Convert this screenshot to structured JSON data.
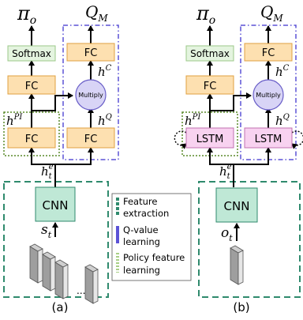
{
  "panels": [
    {
      "caption": "(a)",
      "outputs": {
        "policy_symbol": "π",
        "policy_sub": "o",
        "q_symbol": "Q",
        "q_sub": "M"
      },
      "policy_stack": [
        "Softmax",
        "FC",
        "FC"
      ],
      "q_stack": [
        "FC",
        "FC"
      ],
      "multiply": "Multiply",
      "h_c": {
        "base": "h",
        "sup": "C"
      },
      "h_q": {
        "base": "h",
        "sup": "Q"
      },
      "h_pi": {
        "base": "h",
        "sup": "PI"
      },
      "h_e": {
        "base": "h",
        "sub": "t",
        "sup": "e"
      },
      "encoder": "CNN",
      "input": {
        "base": "s",
        "sub": "t"
      },
      "input_ellipsis": "..."
    },
    {
      "caption": "(b)",
      "outputs": {
        "policy_symbol": "π",
        "policy_sub": "o",
        "q_symbol": "Q",
        "q_sub": "M"
      },
      "policy_stack": [
        "Softmax",
        "FC",
        "LSTM"
      ],
      "q_stack": [
        "FC",
        "LSTM"
      ],
      "multiply": "Multiply",
      "h_c": {
        "base": "h",
        "sup": "C"
      },
      "h_q": {
        "base": "h",
        "sup": "Q"
      },
      "h_pi": {
        "base": "h",
        "sup": "PI"
      },
      "h_e": {
        "base": "h",
        "sub": "t",
        "sup": "e"
      },
      "encoder": "CNN",
      "input": {
        "base": "o",
        "sub": "t"
      }
    }
  ],
  "legend": [
    {
      "label_lines": [
        "Feature",
        "extraction"
      ],
      "color": "#2f8a6d"
    },
    {
      "label_lines": [
        "Q-value",
        "learning"
      ],
      "color": "#5b52d6"
    },
    {
      "label_lines": [
        "Policy feature",
        "learning"
      ],
      "color": "#a8cf86"
    }
  ],
  "colors": {
    "fc_fill": "#fde0b0",
    "fc_stroke": "#e0a040",
    "softmax_fill": "#e4f4df",
    "softmax_stroke": "#9bc98a",
    "lstm_fill": "#f8d2f0",
    "lstm_stroke": "#c070b0",
    "cnn_fill": "#bfe8d6",
    "cnn_stroke": "#2f8a6d",
    "multiply_fill": "#d8d4f6",
    "multiply_stroke": "#6a5fc8",
    "feature_dash": "#2f8a6d",
    "q_dash": "#5b52d6",
    "policy_dash": "#5a8a2a"
  }
}
